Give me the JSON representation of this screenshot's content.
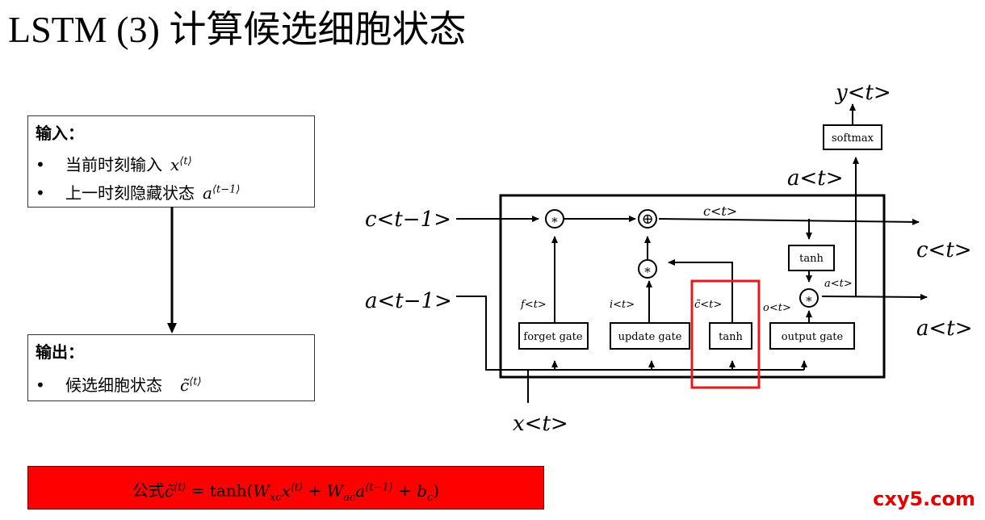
{
  "title": "LSTM (3) 计算候选细胞状态",
  "input_box": {
    "heading": "输入：",
    "items": [
      {
        "bullet": "•",
        "text": "当前时刻输入",
        "math": "x",
        "sup": "⟨t⟩"
      },
      {
        "bullet": "•",
        "text": "上一时刻隐藏状态",
        "math": "a",
        "sup": "⟨t−1⟩"
      }
    ]
  },
  "output_box": {
    "heading": "输出：",
    "items": [
      {
        "bullet": "•",
        "text": "候选细胞状态",
        "math": "c̃",
        "sup": "⟨t⟩"
      }
    ]
  },
  "formula": {
    "prefix": "公式",
    "lhs": "c̃",
    "lhs_sup": "⟨t⟩",
    "eq": " = tanh(",
    "w1": "W",
    "w1_sub": "xc",
    "x": "x",
    "x_sup": "⟨t⟩",
    "plus1": " + ",
    "w2": "W",
    "w2_sub": "ac",
    "a": "a",
    "a_sup": "⟨t−1⟩",
    "plus2": " + ",
    "b": "b",
    "b_sub": "c",
    "close": ")"
  },
  "diagram": {
    "c_prev": "c<t−1>",
    "a_prev": "a<t−1>",
    "x_t": "x<t>",
    "c_t_out": "c<t>",
    "a_t_out": "a<t>",
    "a_t_top": "a<t>",
    "y_t": "y<t>",
    "c_t_inner": "c<t>",
    "a_t_inner": "a<t>",
    "f_label": "f<t>",
    "i_label": "i<t>",
    "c_tilde_label": "c̃<t>",
    "o_label": "o<t>",
    "gates": {
      "forget": "forget gate",
      "update": "update gate",
      "tanh_candidate": "tanh",
      "output": "output gate",
      "tanh_state": "tanh",
      "softmax": "softmax"
    },
    "ops": {
      "mult": "∗",
      "add": "⊕"
    },
    "highlight_color": "#e8191e"
  },
  "watermark": "cxy5.com"
}
